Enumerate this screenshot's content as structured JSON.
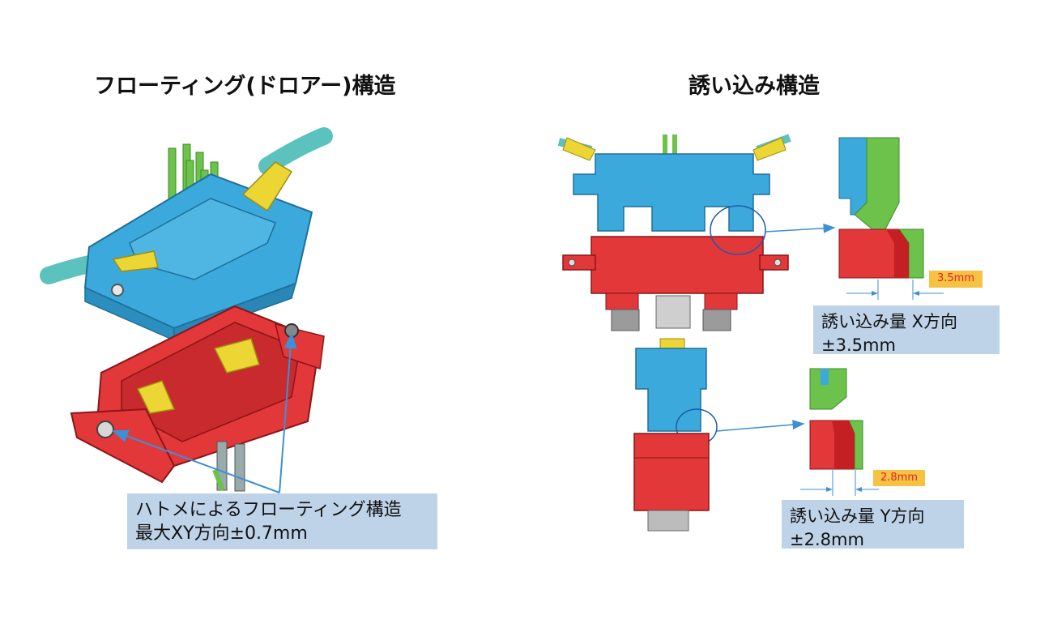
{
  "titles": {
    "left": "フローティング(ドロアー)構造",
    "right": "誘い込み構造"
  },
  "callouts": {
    "floating": {
      "line1": "ハトメによるフローティング構造",
      "line2": "最大XY方向±0.7mm"
    },
    "x_direction": {
      "line1": "誘い込み量 X方向",
      "line2": "±3.5mm"
    },
    "y_direction": {
      "line1": "誘い込み量 Y方向",
      "line2": "±2.8mm"
    }
  },
  "dimension_tags": {
    "x": "3.5mm",
    "y": "2.8mm"
  },
  "colors": {
    "housing_blue": "#3ba9dc",
    "housing_red": "#e2383a",
    "pin_green": "#6cc24a",
    "terminal_yellow": "#ecd633",
    "cable_teal": "#5cc2bd",
    "callout_bg": "#bed3e8",
    "arrow_blue": "#3d8fd6",
    "tag_bg": "#f5c242",
    "tag_text": "#e8202a"
  }
}
